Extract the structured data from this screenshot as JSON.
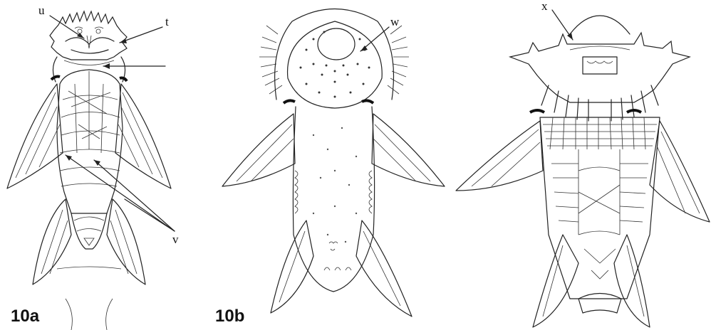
{
  "figures": [
    {
      "id": "10a",
      "label": "10a",
      "callouts": [
        "u",
        "t",
        "v"
      ]
    },
    {
      "id": "10b",
      "label": "10b",
      "callouts": [
        "w"
      ]
    },
    {
      "id": "10c",
      "label": "",
      "callouts": [
        "x"
      ]
    }
  ],
  "callouts": {
    "u": "u",
    "t": "t",
    "v": "v",
    "w": "w",
    "x": "x"
  },
  "captions": {
    "fig_a": "10a",
    "fig_b": "10b"
  }
}
